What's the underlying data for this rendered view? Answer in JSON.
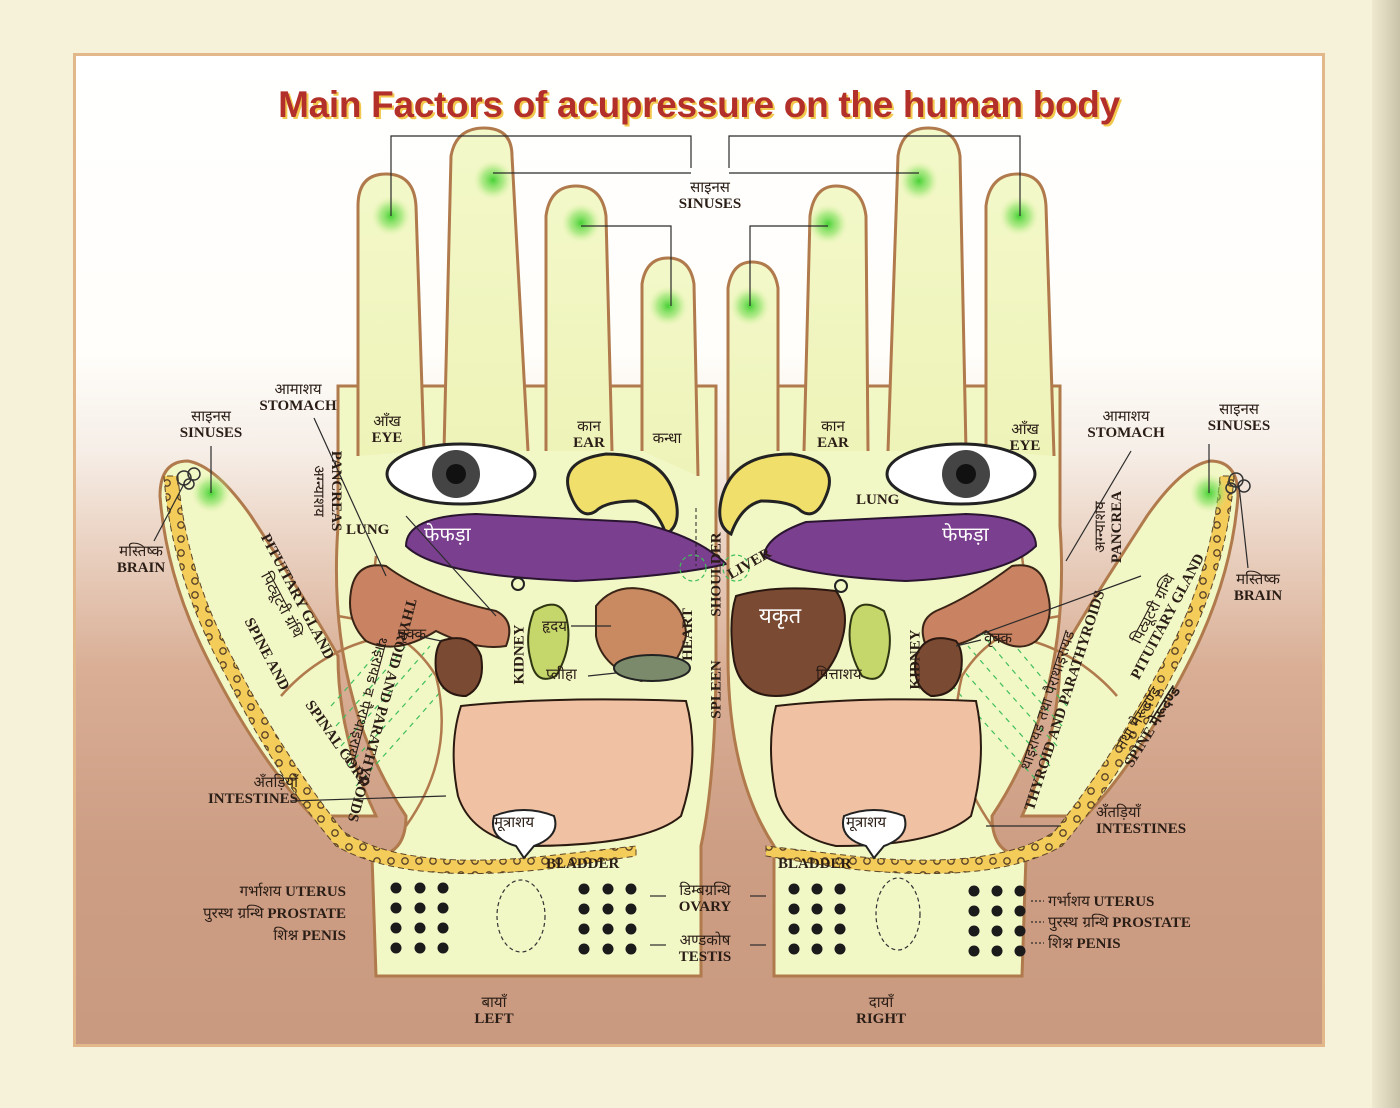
{
  "title": "Main Factors of acupressure on the human body",
  "hands": {
    "left": {
      "hi": "बायाँ",
      "en": "LEFT"
    },
    "right": {
      "hi": "दायाँ",
      "en": "RIGHT"
    }
  },
  "labels": {
    "sinuses_center": {
      "hi": "साइनस",
      "en": "SINUSES"
    },
    "left_thumb_sinuses": {
      "hi": "साइनस",
      "en": "SINUSES"
    },
    "left_brain": {
      "hi": "मस्तिष्क",
      "en": "BRAIN"
    },
    "left_stomach": {
      "hi": "आमाशय",
      "en": "STOMACH"
    },
    "left_pancreas": {
      "hi": "अग्न्याशय",
      "en": "PANCREAS"
    },
    "left_eye": {
      "hi": "आँख",
      "en": "EYE"
    },
    "left_ear": {
      "hi": "कान",
      "en": "EAR"
    },
    "left_shoulder_hi": "कन्धा",
    "left_lung": "LUNG",
    "left_lung_hi": "फेफड़ा",
    "left_pituitary": {
      "en": "PITUITARY GLAND",
      "hi": "पिट्यूटरी ग्रंथि"
    },
    "left_spine": "SPINE AND",
    "left_spinal_cord": "SPINAL CORD",
    "left_thyroid": {
      "en": "THYROID AND PARATHYROIDS",
      "hi": "थाइरायड व पैराथाइरायड"
    },
    "left_kidney": {
      "hi": "वृक्क",
      "en": "KIDNEY"
    },
    "left_heart": {
      "hi": "हृदय",
      "en": "HEART"
    },
    "left_spleen_hi": "प्लीहा",
    "left_intestines": {
      "hi": "अँतड़ियाँ",
      "en": "INTESTINES"
    },
    "left_bladder": {
      "hi": "मूत्राशय",
      "en": "BLADDER"
    },
    "shoulder": "SHOULDER",
    "spleen": "SPLEEN",
    "right_ear": {
      "hi": "कान",
      "en": "EAR"
    },
    "right_eye": {
      "hi": "आँख",
      "en": "EYE"
    },
    "right_lung": "LUNG",
    "right_lung_hi": "फेफड़ा",
    "right_liver": "LIVER",
    "right_liver_hi": "यकृत",
    "right_gallbladder_hi": "पित्ताशय",
    "right_kidney": {
      "hi": "वृक्क",
      "en": "KIDNEY"
    },
    "right_stomach": {
      "hi": "आमाशय",
      "en": "STOMACH"
    },
    "right_pancrea": {
      "hi": "अग्न्याशय",
      "en": "PANCREA"
    },
    "right_thumb_sinuses": {
      "hi": "साइनस",
      "en": "SINUSES"
    },
    "right_brain": {
      "hi": "मस्तिष्क",
      "en": "BRAIN"
    },
    "right_pituitary": {
      "hi": "पिट्यूटरी ग्रन्थि",
      "en": "PITUITARY GLAND"
    },
    "right_spine": {
      "hi": "तथा मेरूदण्ड",
      "en": "SPINE मेरूदण्ड"
    },
    "right_thyroid": {
      "en": "THYROID AND PARATHYROIDS",
      "hi": "थाइरायड तथा पैराथाइरायड"
    },
    "right_intestines": {
      "hi": "अँतड़ियाँ",
      "en": "INTESTINES"
    },
    "right_bladder": {
      "hi": "मूत्राशय",
      "en": "BLADDER"
    },
    "ovary": {
      "hi": "डिम्बग्रन्थि",
      "en": "OVARY"
    },
    "testis": {
      "hi": "अण्डकोष",
      "en": "TESTIS"
    },
    "left_uterus": {
      "hi": "गर्भाशय",
      "en": "UTERUS"
    },
    "left_prostate": {
      "hi": "पुरस्थ ग्रन्थि",
      "en": "PROSTATE"
    },
    "left_penis": {
      "hi": "शिश्न",
      "en": "PENIS"
    },
    "right_uterus": {
      "hi": "गर्भाशय",
      "en": "UTERUS"
    },
    "right_prostate": {
      "hi": "पुरस्थ ग्रन्थि",
      "en": "PROSTATE"
    },
    "right_penis": {
      "hi": "शिश्न",
      "en": "PENIS"
    }
  },
  "colors": {
    "title": "#b3302a",
    "title_shadow": "#f2c94c",
    "hand_fill": "#f4f8c8",
    "hand_outline": "#b07a4c",
    "acupoint_green": "#4fd13a",
    "lung_purple": "#7b3f8f",
    "liver_brown": "#7a4a33",
    "stomach_tan": "#c98362",
    "intestine_peach": "#f0c2a3",
    "edge_band_yellow": "#f3cc5a"
  }
}
